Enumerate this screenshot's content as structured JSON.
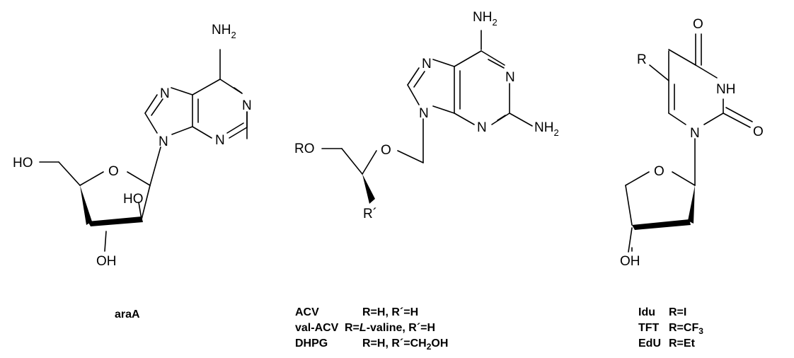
{
  "araA": {
    "caption": "araA",
    "atoms": {
      "nh2": "NH",
      "nh2_sub": "2",
      "n7": "N",
      "n1": "N",
      "n3": "N",
      "n9": "N",
      "o_ring": "O",
      "ho5": "HO",
      "ho2": "HO",
      "oh3": "OH"
    }
  },
  "acv": {
    "captions": [
      {
        "name": "ACV",
        "pre": "R=H, R´=H",
        "ital": "",
        "post": "",
        "sub": "",
        "tail": ""
      },
      {
        "name": "val-ACV",
        "pre": "R=",
        "ital": "L",
        "post": "-valine, R´=H",
        "sub": "",
        "tail": ""
      },
      {
        "name": "DHPG",
        "pre": "R=H, R´=CH",
        "ital": "",
        "post": "",
        "sub": "2",
        "tail": "OH"
      }
    ],
    "atoms": {
      "nh2_top": "NH",
      "nh2_top_sub": "2",
      "nh2_right": "NH",
      "nh2_right_sub": "2",
      "n7": "N",
      "n1": "N",
      "n3": "N",
      "n9": "N",
      "ro": "RO",
      "o_ether": "O",
      "r_prime": "R´"
    }
  },
  "idu": {
    "captions": [
      {
        "name": "Idu",
        "pre": "R=I",
        "sub": "",
        "tail": ""
      },
      {
        "name": "TFT",
        "pre": "R=CF",
        "sub": "3",
        "tail": ""
      },
      {
        "name": "EdU",
        "pre": "R=Et",
        "sub": "",
        "tail": ""
      }
    ],
    "atoms": {
      "r": "R",
      "o4": "O",
      "nh": "NH",
      "o2": "O",
      "n1": "N",
      "o_ring": "O",
      "oh": "OH"
    }
  }
}
